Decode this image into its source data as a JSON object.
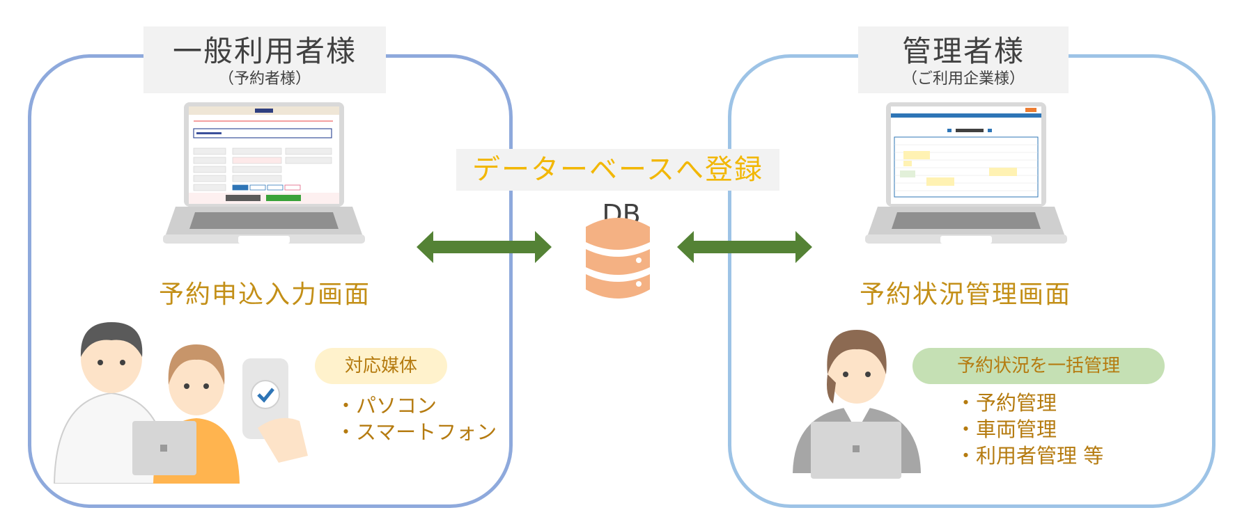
{
  "left_panel": {
    "title": "一般利用者様",
    "subtitle": "（予約者様）",
    "screen_label": "予約申込入力画面",
    "media_label": "対応媒体",
    "media_items": [
      "パソコン",
      "スマートフォン"
    ]
  },
  "center": {
    "banner": "データーベースへ登録",
    "db_label": "DB"
  },
  "right_panel": {
    "title": "管理者様",
    "subtitle": "（ご利用企業様）",
    "screen_label": "予約状況管理画面",
    "manage_label": "予約状況を一括管理",
    "manage_items": [
      "予約管理",
      "車両管理",
      "利用者管理 等"
    ]
  },
  "colors": {
    "left_border": "#8ea9dc",
    "right_border": "#9dc3e6",
    "arrow": "#548235",
    "db": "#f4b183",
    "label_gold": "#c38f17",
    "banner_text": "#f2b705",
    "media_pill": "#fff2cc",
    "manage_pill": "#c5e0b4"
  }
}
